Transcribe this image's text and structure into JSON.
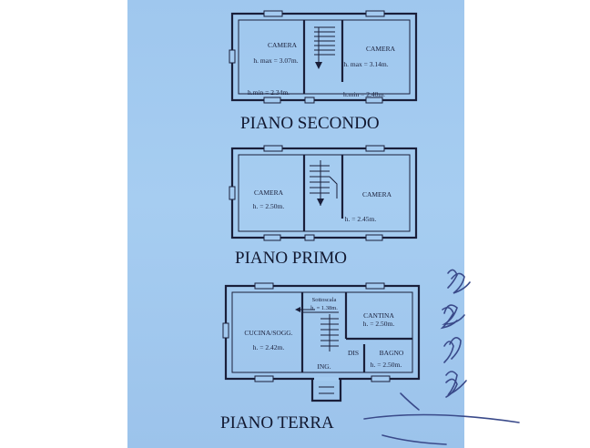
{
  "floors": {
    "secondo": {
      "title": "PIANO SECONDO",
      "room_left": "CAMERA",
      "hmax_left": "h. max = 3.07m.",
      "hmin_left": "h.min = 2.34m.",
      "room_right": "CAMERA",
      "hmax_right": "h. max = 3.14m.",
      "hmin_right": "h.min = 2.40m."
    },
    "primo": {
      "title": "PIANO PRIMO",
      "room_left": "CAMERA",
      "h_left": "h. = 2.50m.",
      "room_right": "CAMERA",
      "h_right": "h. = 2.45m."
    },
    "terra": {
      "title": "PIANO TERRA",
      "cucina": "CUCINA/SOGG.",
      "h_cucina": "h. = 2.42m.",
      "sottoscala": "Sottoscala",
      "h_sottoscala": "h. = 1.38m.",
      "cantina": "CANTINA",
      "h_cantina": "h. = 2.50m.",
      "dis": "DIS",
      "bagno": "BAGNO",
      "h_bagno": "h. = 2.50m.",
      "ing": "ING."
    }
  },
  "colors": {
    "paper": "#a3caf0",
    "ink": "#1a1f3a",
    "handwriting": "#3a4a8a"
  }
}
